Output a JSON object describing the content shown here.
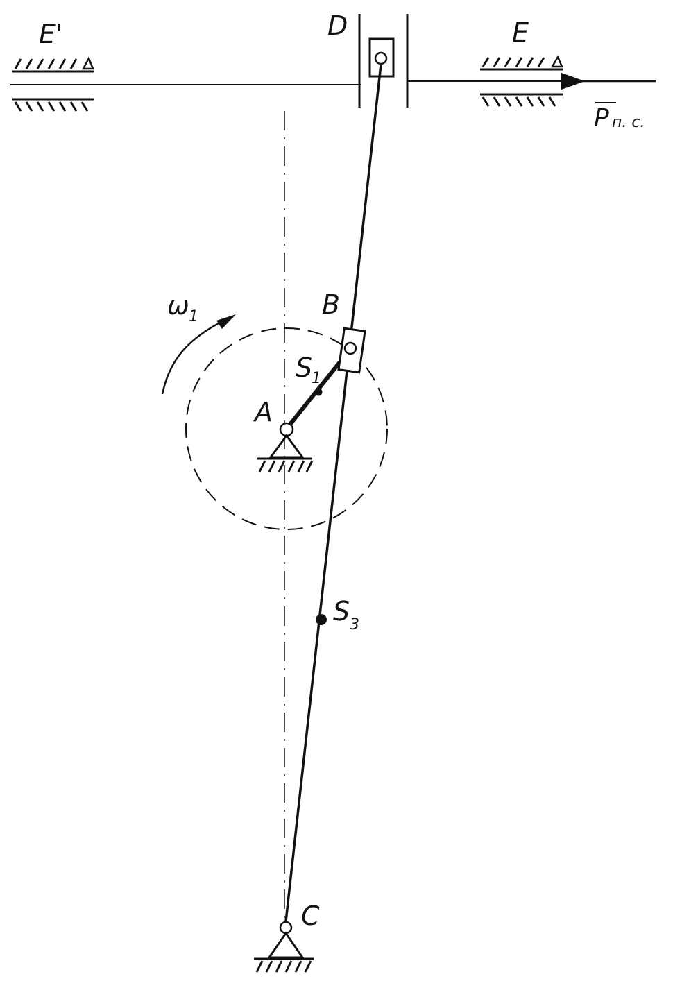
{
  "colors": {
    "ink": "#111111",
    "background": "#ffffff"
  },
  "labels": {
    "D": "D",
    "E": "E",
    "E_prime": "E'",
    "force_symbol": "P",
    "force_sub": "п. с.",
    "omega": "ω",
    "omega_sub": "1",
    "B": "B",
    "A": "A",
    "C": "C",
    "S1": "S",
    "S1_sub": "1",
    "S3": "S",
    "S3_sub": "3"
  },
  "icons": {
    "fixed_support": "ground-triangle-icon",
    "slider": "slider-block-icon",
    "direction_arrow": "arrow-left-icon"
  }
}
